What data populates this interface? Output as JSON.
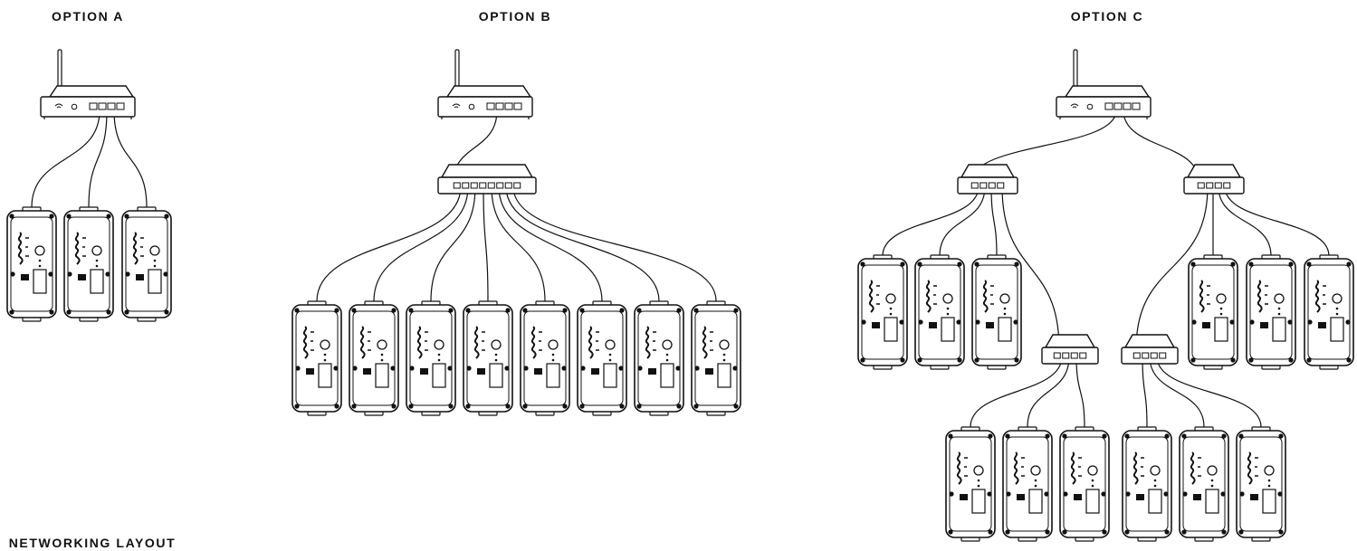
{
  "title": "NETWORKING LAYOUT",
  "options": [
    {
      "label": "OPTION A"
    },
    {
      "label": "OPTION B"
    },
    {
      "label": "OPTION C"
    }
  ],
  "colors": {
    "ink": "#111111",
    "paper": "#ffffff"
  },
  "icons": {
    "router": "wifi-router-icon",
    "switch": "network-switch-icon",
    "device": "controller-device-icon"
  }
}
